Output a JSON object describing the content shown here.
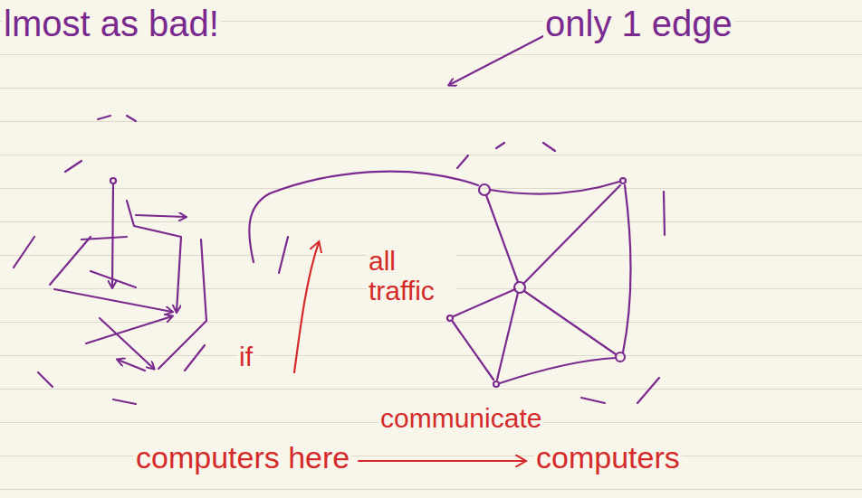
{
  "diagram": {
    "labels": [
      "lmost as bad!",
      "only 1 edge",
      "all traffic",
      "if",
      "computers here",
      "communicate",
      "computers"
    ]
  }
}
